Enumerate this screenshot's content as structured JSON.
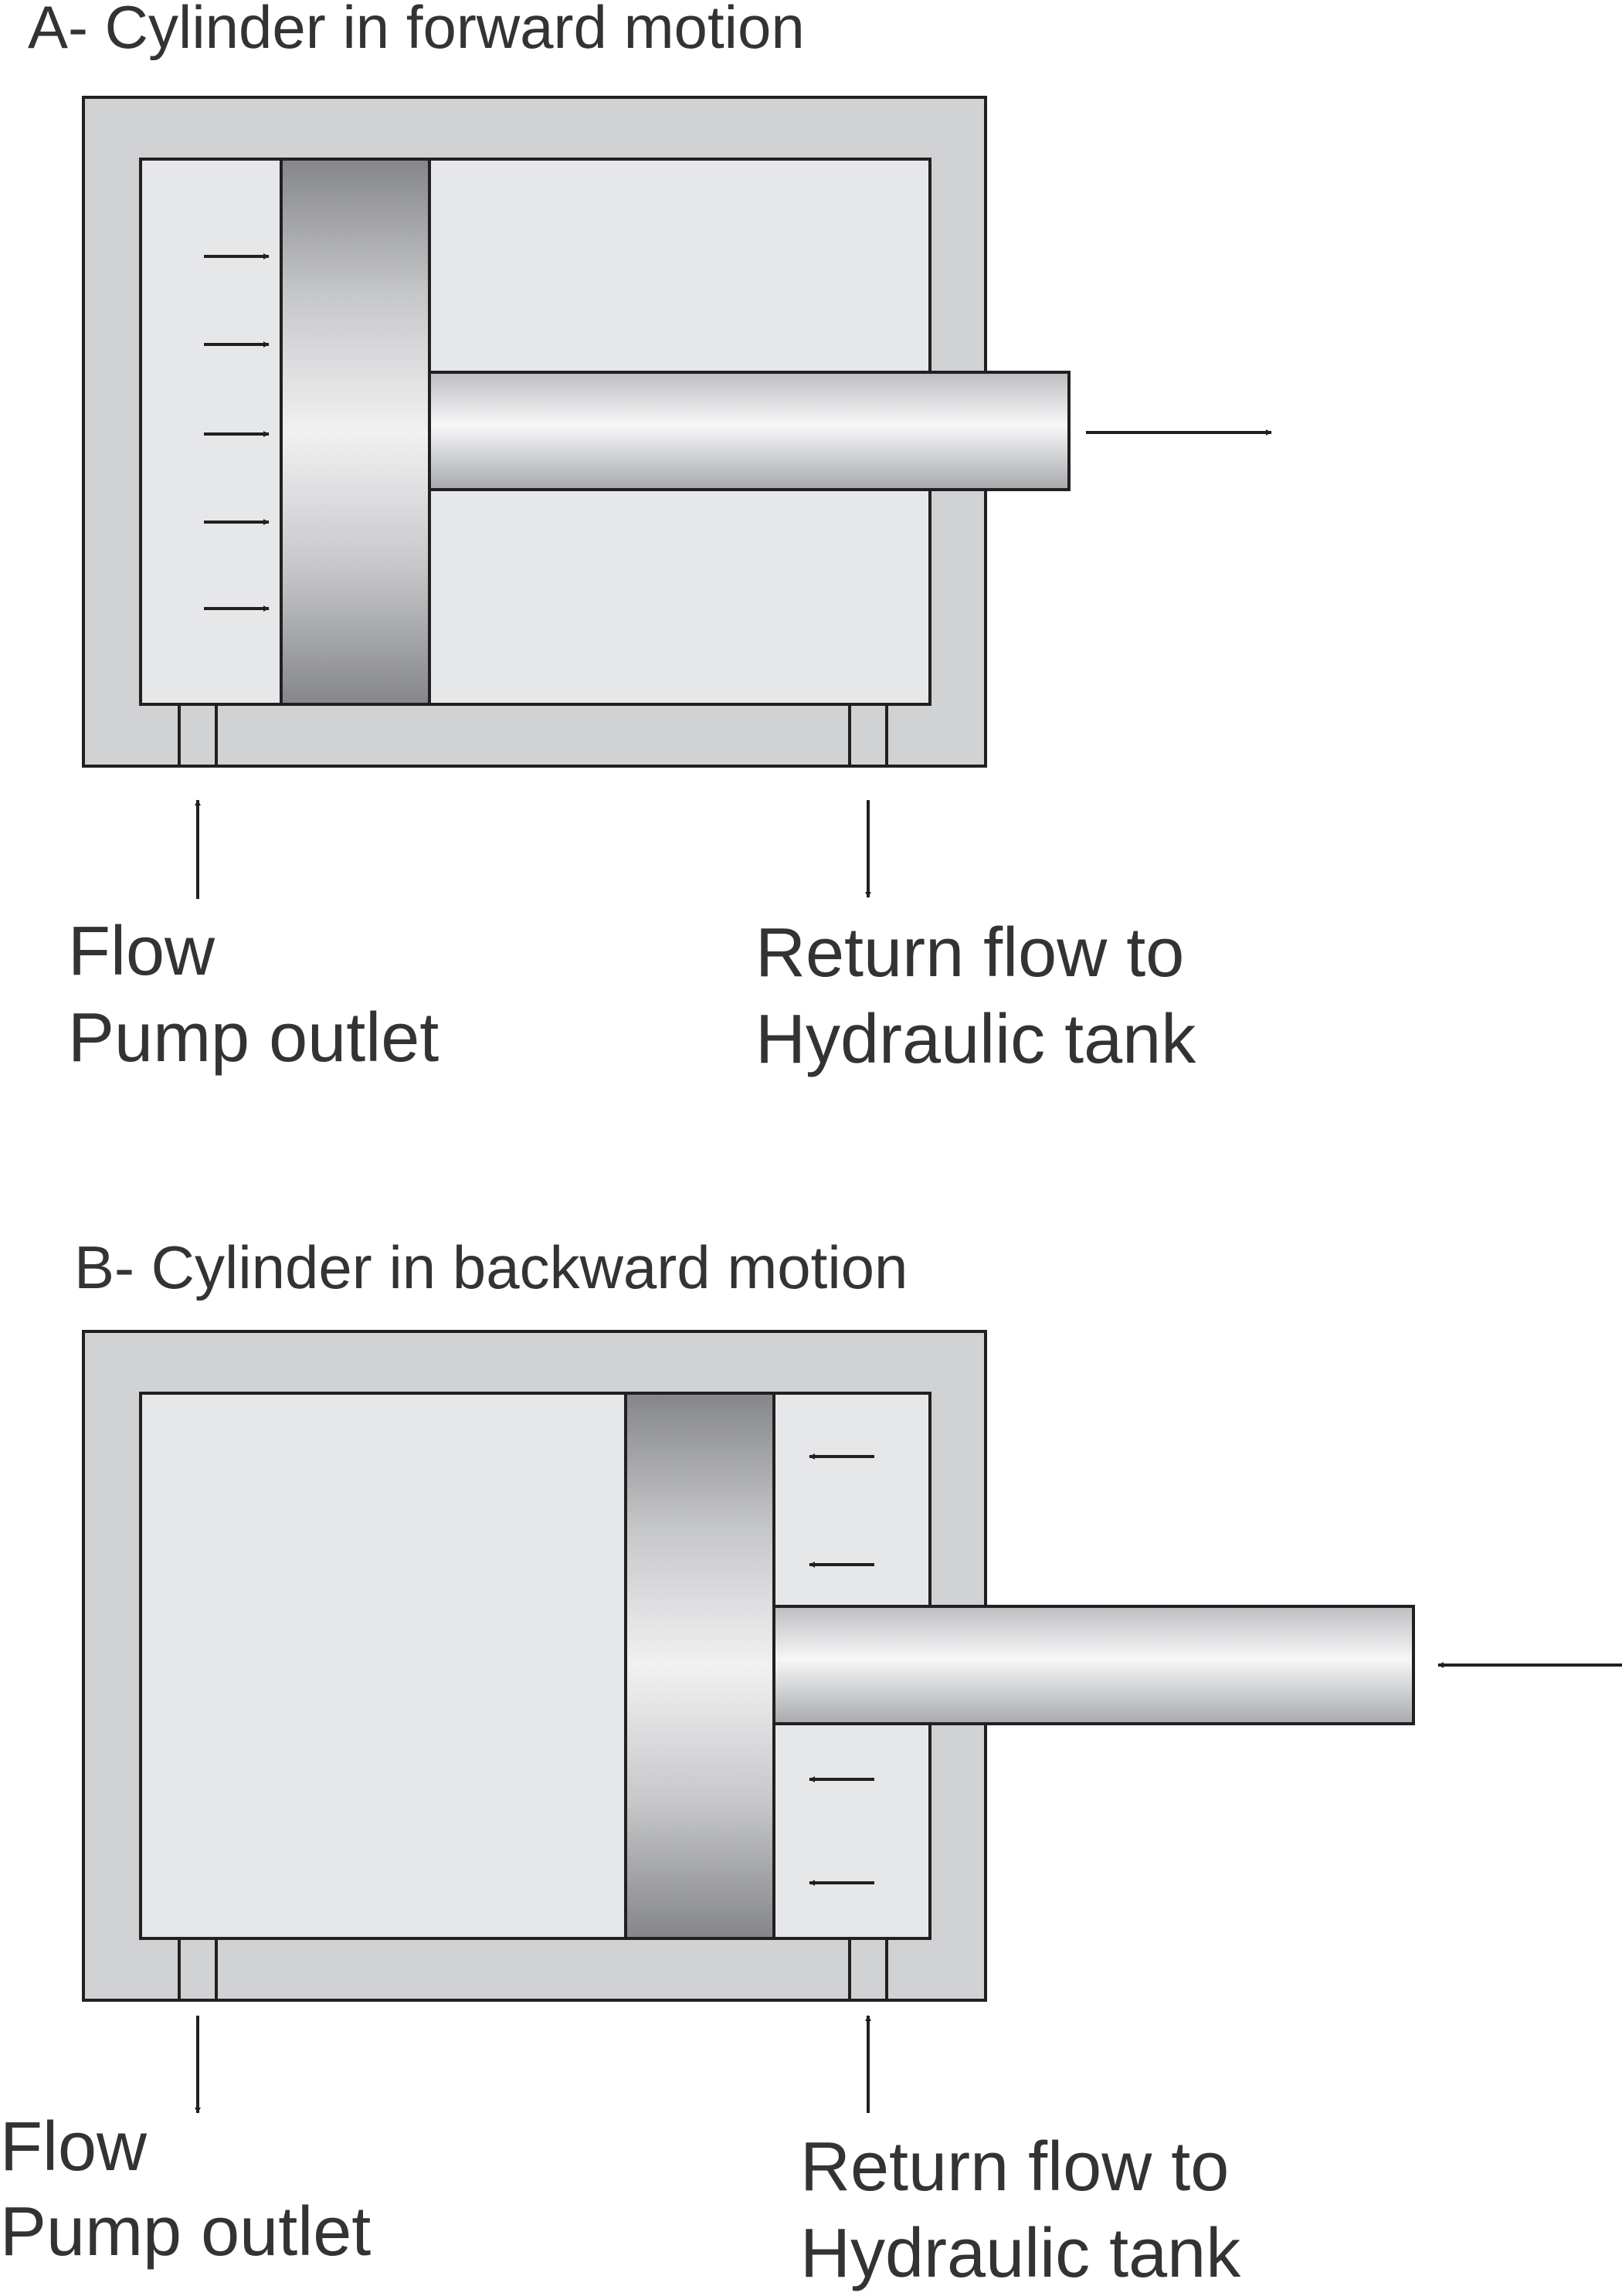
{
  "panel_a": {
    "title": "A- Cylinder in forward motion",
    "left_label_line1": "Flow",
    "left_label_line2": "Pump outlet",
    "right_label_line1": "Return flow to",
    "right_label_line2": "Hydraulic tank"
  },
  "panel_b": {
    "title": "B- Cylinder in backward motion",
    "left_label_line1": "Flow",
    "left_label_line2": "Pump outlet",
    "right_label_line1": "Return flow to",
    "right_label_line2": "Hydraulic tank"
  },
  "colors": {
    "cylinder_body": "#d1d2d4",
    "bore": "#e6e7e8",
    "piston_dark": "#858689",
    "piston_light": "#f1f1f2",
    "outline": "#231f20",
    "text": "#333333"
  }
}
